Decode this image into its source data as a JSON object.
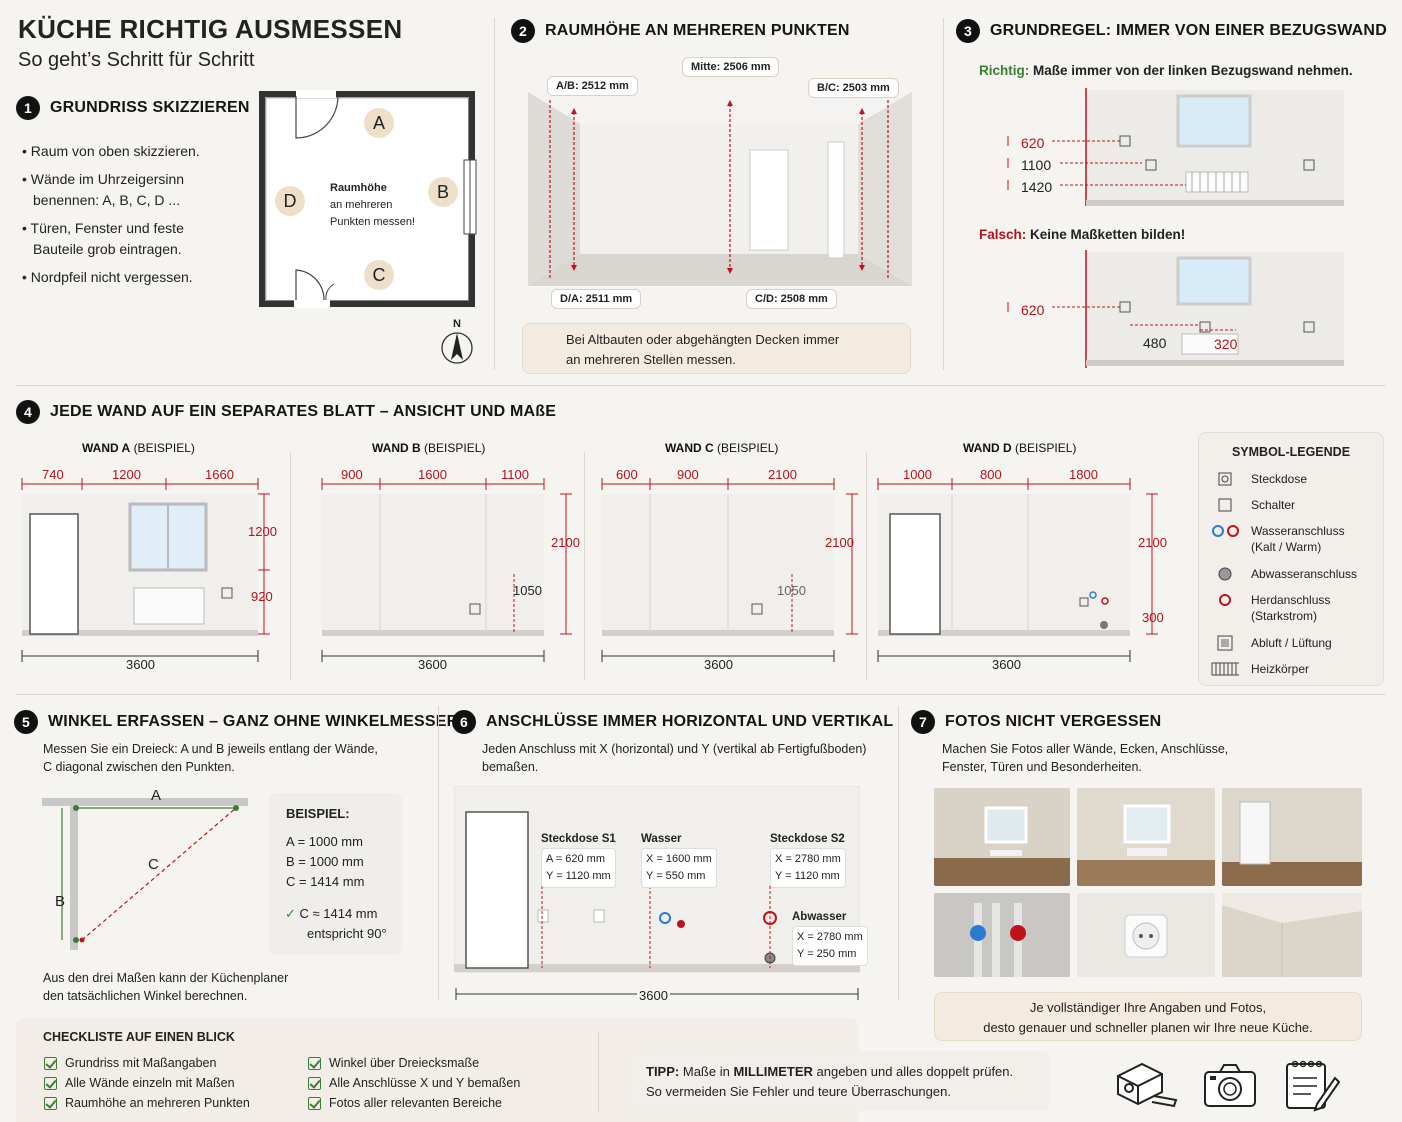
{
  "title": "KÜCHE RICHTIG AUSMESSEN",
  "subtitle": "So geht’s Schritt für Schritt",
  "s1": {
    "num": "1",
    "heading": "GRUNDRISS SKIZZIEREN",
    "bullets": [
      "Raum von oben skizzieren.",
      "Wände im Uhrzeigersinn",
      "benennen: A, B, C, D ...",
      "Türen, Fenster und feste",
      "Bauteile grob eintragen.",
      "Nordpfeil nicht vergessen."
    ],
    "walls": [
      "A",
      "B",
      "C",
      "D"
    ],
    "plan_title": "Raumhöhe",
    "plan_sub1": "an mehreren",
    "plan_sub2": "Punkten messen!",
    "north": "N"
  },
  "s2": {
    "num": "2",
    "heading": "RAUMHÖHE AN MEHREREN PUNKTEN",
    "labels": {
      "mid": "Mitte: 2506 mm",
      "ab": "A/B: 2512 mm",
      "bc": "B/C: 2503 mm",
      "da": "D/A: 2511 mm",
      "cd": "C/D: 2508 mm"
    },
    "note1": "Bei Altbauten oder abgehängten Decken immer",
    "note2": "an mehreren Stellen messen."
  },
  "s3": {
    "num": "3",
    "heading": "GRUNDREGEL: IMMER VON EINER BEZUGSWAND",
    "right_label": "Richtig:",
    "right_text": "Maße immer von der linken Bezugswand nehmen.",
    "right_dims": [
      "620",
      "1100",
      "1420"
    ],
    "wrong_label": "Falsch:",
    "wrong_text": "Keine Maßketten bilden!",
    "wrong_dims": [
      "620",
      "480",
      "320"
    ]
  },
  "s4": {
    "num": "4",
    "heading": "JEDE WAND AUF EIN SEPARATES BLATT – ANSICHT UND MAßE",
    "example": "(BEISPIEL)",
    "walls": [
      {
        "name": "WAND A",
        "top": [
          "740",
          "1200",
          "1660"
        ],
        "right": [
          "1200",
          "920"
        ],
        "bottom": "3600"
      },
      {
        "name": "WAND B",
        "top": [
          "900",
          "1600",
          "1100"
        ],
        "right": [
          "2100",
          "1050"
        ],
        "bottom": "3600"
      },
      {
        "name": "WAND C",
        "top": [
          "600",
          "900",
          "2100"
        ],
        "right": [
          "2100",
          "1050"
        ],
        "bottom": "3600"
      },
      {
        "name": "WAND D",
        "top": [
          "1000",
          "800",
          "1800"
        ],
        "right": [
          "2100",
          "300"
        ],
        "bottom": "3600"
      }
    ],
    "legend_title": "SYMBOL-LEGENDE",
    "legend": [
      {
        "icon": "socket-icon",
        "text": "Steckdose",
        "text2": ""
      },
      {
        "icon": "switch-icon",
        "text": "Schalter",
        "text2": ""
      },
      {
        "icon": "water-connection-icon",
        "text": "Wasseranschluss",
        "text2": "(Kalt / Warm)"
      },
      {
        "icon": "drain-icon",
        "text": "Abwasseranschluss",
        "text2": ""
      },
      {
        "icon": "stove-connection-icon",
        "text": "Herdanschluss",
        "text2": "(Starkstrom)"
      },
      {
        "icon": "vent-icon",
        "text": "Abluft / Lüftung",
        "text2": ""
      },
      {
        "icon": "radiator-icon",
        "text": "Heizkörper",
        "text2": ""
      }
    ]
  },
  "s5": {
    "num": "5",
    "heading": "WINKEL ERFASSEN – GANZ OHNE WINKELMESSER",
    "intro1": "Messen Sie ein Dreieck: A und B jeweils entlang der Wände,",
    "intro2": "C diagonal zwischen den Punkten.",
    "labels": [
      "A",
      "B",
      "C"
    ],
    "example_title": "BEISPIEL:",
    "values": [
      "A = 1000 mm",
      "B = 1000 mm",
      "C = 1414 mm"
    ],
    "result1": "C ≈ 1414 mm",
    "result2": "entspricht 90°",
    "outro1": "Aus den drei Maßen kann der Küchenplaner",
    "outro2": "den tatsächlichen Winkel berechnen."
  },
  "s6": {
    "num": "6",
    "heading": "ANSCHLÜSSE IMMER HORIZONTAL UND VERTIKAL",
    "intro1": "Jeden Anschluss mit X (horizontal) und Y (vertikal ab Fertigfußboden)",
    "intro2": "bemaßen.",
    "s1_title": "Steckdose S1",
    "s1_x": "A = 620 mm",
    "s1_y": "Y = 1120 mm",
    "w_title": "Wasser",
    "w_x": "X = 1600 mm",
    "w_y": "Y = 550 mm",
    "s2_title": "Steckdose S2",
    "s2_x": "X = 2780 mm",
    "s2_y": "Y = 1120 mm",
    "d_title": "Abwasser",
    "d_x": "X = 2780 mm",
    "d_y": "Y = 250 mm",
    "width": "3600"
  },
  "s7": {
    "num": "7",
    "heading": "FOTOS NICHT VERGESSEN",
    "intro1": "Machen Sie Fotos aller Wände, Ecken, Anschlüsse,",
    "intro2": "Fenster, Türen und Besonderheiten.",
    "note1": "Je vollständiger Ihre Angaben und Fotos,",
    "note2": "desto genauer und schneller planen wir Ihre neue Küche."
  },
  "checklist": {
    "title": "CHECKLISTE AUF EINEN BLICK",
    "col1": [
      "Grundriss mit Maßangaben",
      "Alle Wände einzeln mit Maßen",
      "Raumhöhe an mehreren Punkten"
    ],
    "col2": [
      "Winkel über Dreiecksmaße",
      "Alle Anschlüsse X und Y bemaßen",
      "Fotos aller relevanten Bereiche"
    ]
  },
  "tip": {
    "label": "TIPP:",
    "pre": "Maße in",
    "bold": "MILLIMETER",
    "post": "angeben und alles doppelt prüfen.",
    "line2": "So vermeiden Sie Fehler und teure Überraschungen."
  },
  "colors": {
    "accent_red": "#b3121b",
    "accent_green": "#3a7d35",
    "note_bg": "#f3ebdf"
  }
}
